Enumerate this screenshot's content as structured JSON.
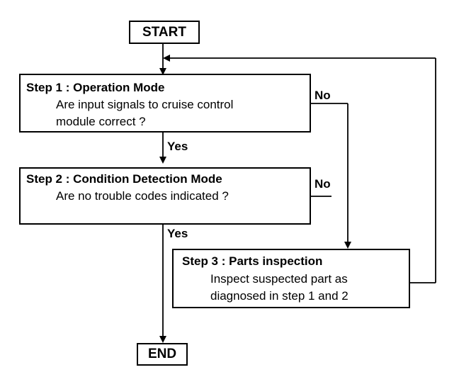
{
  "start": "START",
  "end": "END",
  "step1": {
    "title": "Step 1 : Operation Mode",
    "lines": [
      "Are input signals to cruise control",
      "module correct ?"
    ]
  },
  "step2": {
    "title": "Step 2 : Condition Detection Mode",
    "lines": [
      "Are no trouble codes indicated ?"
    ]
  },
  "step3": {
    "title": "Step 3 : Parts inspection",
    "lines": [
      "Inspect suspected part as",
      "diagnosed in step 1 and 2"
    ]
  },
  "labels": {
    "yes": "Yes",
    "no": "No"
  }
}
